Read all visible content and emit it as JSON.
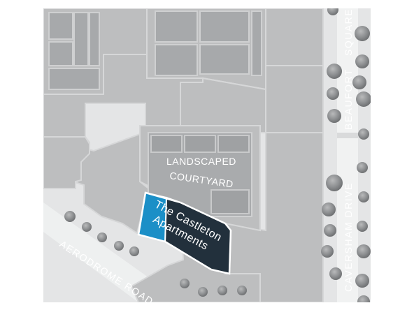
{
  "map": {
    "roads": {
      "aerodrome": "AERODROME ROAD",
      "caversham": "CAVERSHAM DRIVE",
      "beaufort": "BEAUFORT",
      "square": "SQUARE"
    },
    "courtyard": {
      "line1": "LANDSCAPED",
      "line2": "COURTYARD"
    },
    "highlight": {
      "line1": "The Castleton",
      "line2": "Apartments",
      "color_primary": "#1b8fc7",
      "color_secondary": "#22303c"
    },
    "colors": {
      "background": "#e6e6e6",
      "building_fill": "#bcbdbe",
      "building_stroke": "#d4d5d6",
      "courtyard_fill": "#a9abad",
      "tree": "#8d8f91"
    }
  }
}
